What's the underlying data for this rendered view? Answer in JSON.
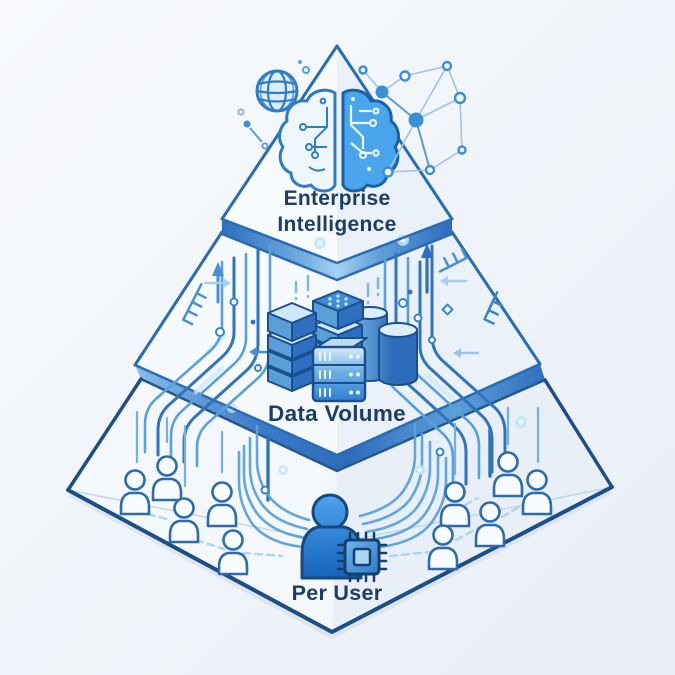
{
  "diagram": {
    "type": "pyramid",
    "title_visible": false,
    "tiers": [
      {
        "id": "enterprise-intelligence",
        "label": "Enterprise Intelligence",
        "icons": [
          "globe-icon",
          "ai-brain-icon",
          "network-graph-icon"
        ]
      },
      {
        "id": "data-volume",
        "label": "Data Volume",
        "icons": [
          "data-cubes-icon",
          "server-rack-icon",
          "database-cylinders-icon",
          "circuit-trace-lines",
          "up-arrow-icon",
          "chevron-flow-icons"
        ]
      },
      {
        "id": "per-user",
        "label": "Per User",
        "icons": [
          "user-group-icons",
          "primary-user-icon",
          "cpu-chip-icon",
          "dashed-link-lines"
        ]
      }
    ],
    "colors": {
      "background": "#eef2f8",
      "pyramid_face_light": "#f8fbfe",
      "pyramid_face_shaded": "#eaf1f8",
      "outline": "#2a6cb4",
      "outline_dark": "#1d4e86",
      "bevel_band": "#2f6fc0",
      "accent_blue": "#3f8ed6",
      "trace_light": "#9ccaee",
      "glow": "#c6e9fb",
      "text": "#1d3c66"
    }
  }
}
